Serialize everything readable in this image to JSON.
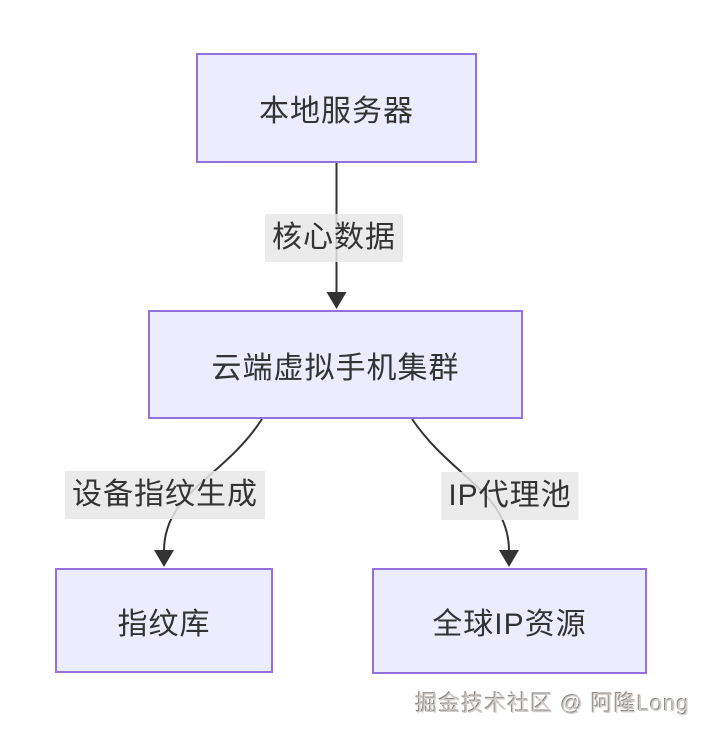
{
  "diagram": {
    "nodes": {
      "local_server": "本地服务器",
      "cloud_cluster": "云端虚拟手机集群",
      "fingerprint_db": "指纹库",
      "global_ip": "全球IP资源"
    },
    "edge_labels": {
      "core_data": "核心数据",
      "fingerprint_gen": "设备指纹生成",
      "ip_proxy": "IP代理池"
    },
    "colors": {
      "node_fill": "#ECECFF",
      "node_border": "#9370DB",
      "edge_line": "#333333",
      "edge_label_bg": "#E8E8E8",
      "text": "#333333"
    }
  },
  "watermark": "掘金技术社区 @ 阿隆Long"
}
